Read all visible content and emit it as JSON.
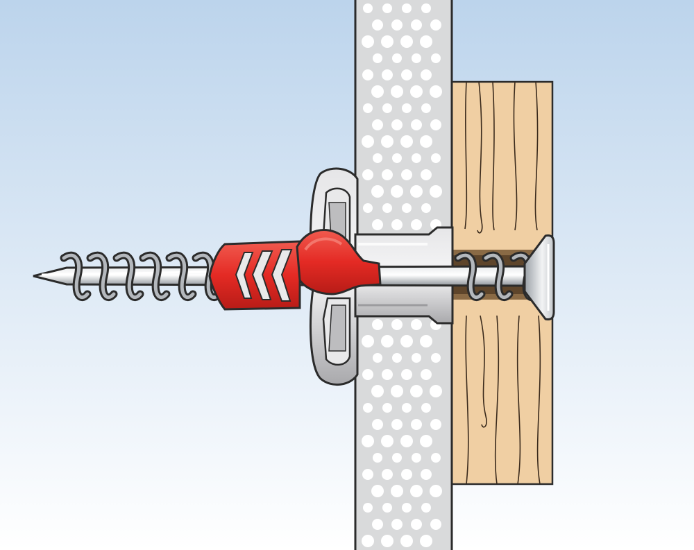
{
  "diagram": {
    "subject": "wall-plug-anchor-installation-cross-section",
    "components": [
      {
        "name": "plasterboard-wall",
        "icon": "perforated-board"
      },
      {
        "name": "wooden-fixture",
        "icon": "wood-grain-block"
      },
      {
        "name": "screw",
        "icon": "countersunk-screw"
      },
      {
        "name": "red-expansion-plug",
        "icon": "anchor-core"
      },
      {
        "name": "grey-plug-sleeve",
        "icon": "anchor-sleeve"
      },
      {
        "name": "grey-plug-wing",
        "icon": "anchor-wing"
      }
    ],
    "colors": {
      "background_top": "#bcd4ec",
      "background_bottom": "#ffffff",
      "wall": "#d9dadb",
      "wall_dots": "#ffffff",
      "wood": "#f0cfa3",
      "plug_red": "#e42a24",
      "plug_grey": "#cbcbcd",
      "screw_steel": "#b4b8bd",
      "outline": "#2b2b2b"
    }
  }
}
